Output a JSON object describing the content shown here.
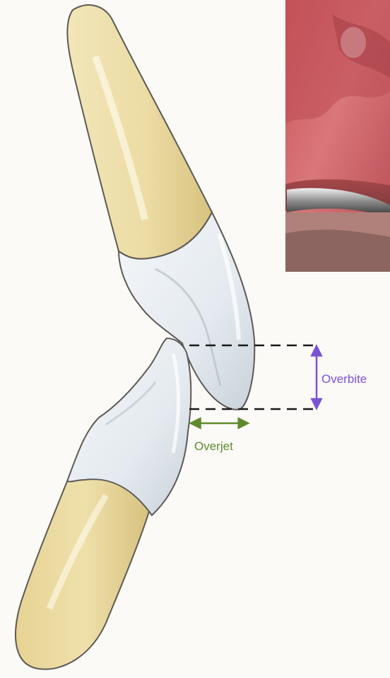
{
  "labels": {
    "overbite": "Overbite",
    "overjet": "Overjet"
  },
  "colors": {
    "overbite": "#7b52d6",
    "overjet": "#5f8a2c",
    "dashed_line": "#1a1a1a",
    "root": "#ecdca4",
    "enamel": "#e8edf1",
    "outline": "#5d5a55"
  },
  "photo": {
    "description_icon": "intraoral-photo"
  }
}
